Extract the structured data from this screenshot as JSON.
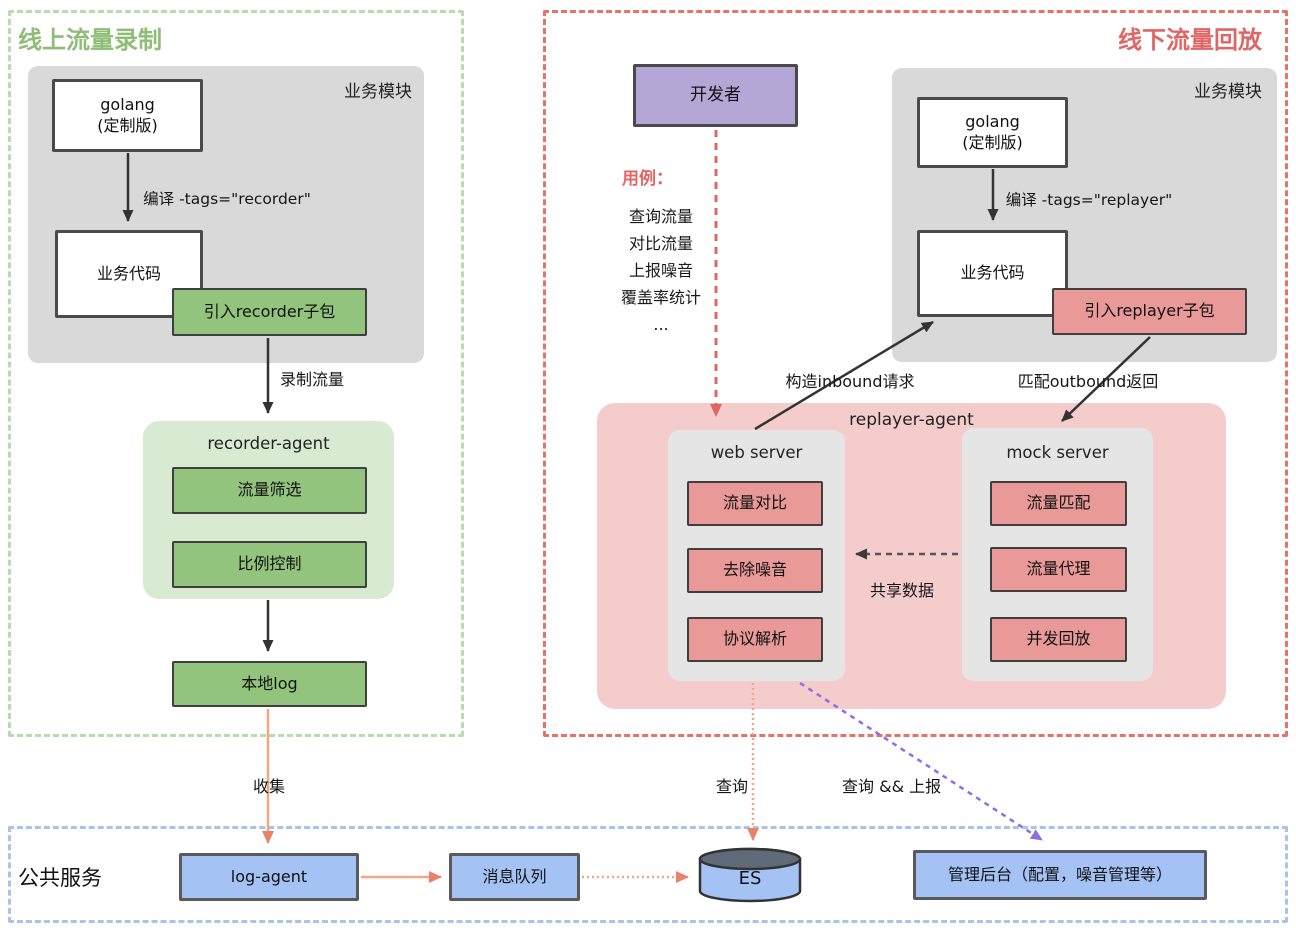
{
  "record": {
    "title": "线上流量录制",
    "module_label": "业务模块",
    "golang": "golang",
    "golang_sub": "(定制版)",
    "compile_label": "编译 -tags=\"recorder\"",
    "code_label": "业务代码",
    "import_label": "引入recorder子包",
    "flow_label": "录制流量",
    "agent_title": "recorder-agent",
    "items": [
      "流量筛选",
      "比例控制"
    ],
    "local_log": "本地log",
    "collect_label": "收集"
  },
  "replay": {
    "title": "线下流量回放",
    "developer": "开发者",
    "usecase_title": "用例：",
    "usecases": [
      "查询流量",
      "对比流量",
      "上报噪音",
      "覆盖率统计",
      "..."
    ],
    "module_label": "业务模块",
    "golang": "golang",
    "golang_sub": "(定制版)",
    "compile_label": "编译 -tags=\"replayer\"",
    "code_label": "业务代码",
    "import_label": "引入replayer子包",
    "inbound_label": "构造inbound请求",
    "outbound_label": "匹配outbound返回",
    "agent_title": "replayer-agent",
    "web_server": {
      "title": "web server",
      "items": [
        "流量对比",
        "去除噪音",
        "协议解析"
      ]
    },
    "mock_server": {
      "title": "mock server",
      "items": [
        "流量匹配",
        "流量代理",
        "并发回放"
      ]
    },
    "share_label": "共享数据",
    "query_label": "查询",
    "query_report_label": "查询 && 上报"
  },
  "public_services": {
    "title": "公共服务",
    "log_agent": "log-agent",
    "message_queue": "消息队列",
    "es": "ES",
    "admin": "管理后台（配置，噪音管理等）"
  },
  "colors": {
    "green_title": "#8fbc77",
    "green_dash_border": "#b8dcae",
    "green_box": "#93c47d",
    "green_container": "#d9ead3",
    "red_title": "#e06666",
    "red_dash_border": "#e57368",
    "pink_box": "#ea9999",
    "pink_container": "#f4cccc",
    "purple_box": "#b4a7d6",
    "blue_box": "#a4c2f4",
    "blue_dash_border": "#aac4e8",
    "gray_container": "#d9d9d9",
    "gray_subcontainer": "#e5e5e5",
    "black_arrow": "#333333",
    "orange_arrow": "#f2a784",
    "orange_arrowhead": "#e8826b",
    "red_arrow": "#e06666",
    "purple_arrow": "#8d6fe3",
    "gray_arrow": "#555555"
  }
}
